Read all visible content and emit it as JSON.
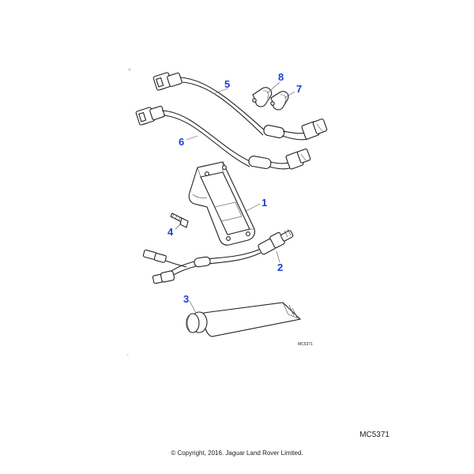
{
  "callouts": {
    "c1": "1",
    "c2": "2",
    "c3": "3",
    "c4": "4",
    "c5": "5",
    "c6": "6",
    "c7": "7",
    "c8": "8"
  },
  "inner_code": "MC5371",
  "reference_code": "MC5371",
  "copyright": "© Copyright, 2016. Jaguar Land Rover Limited.",
  "colors": {
    "callout": "#1a3fd6",
    "line": "#222222"
  }
}
